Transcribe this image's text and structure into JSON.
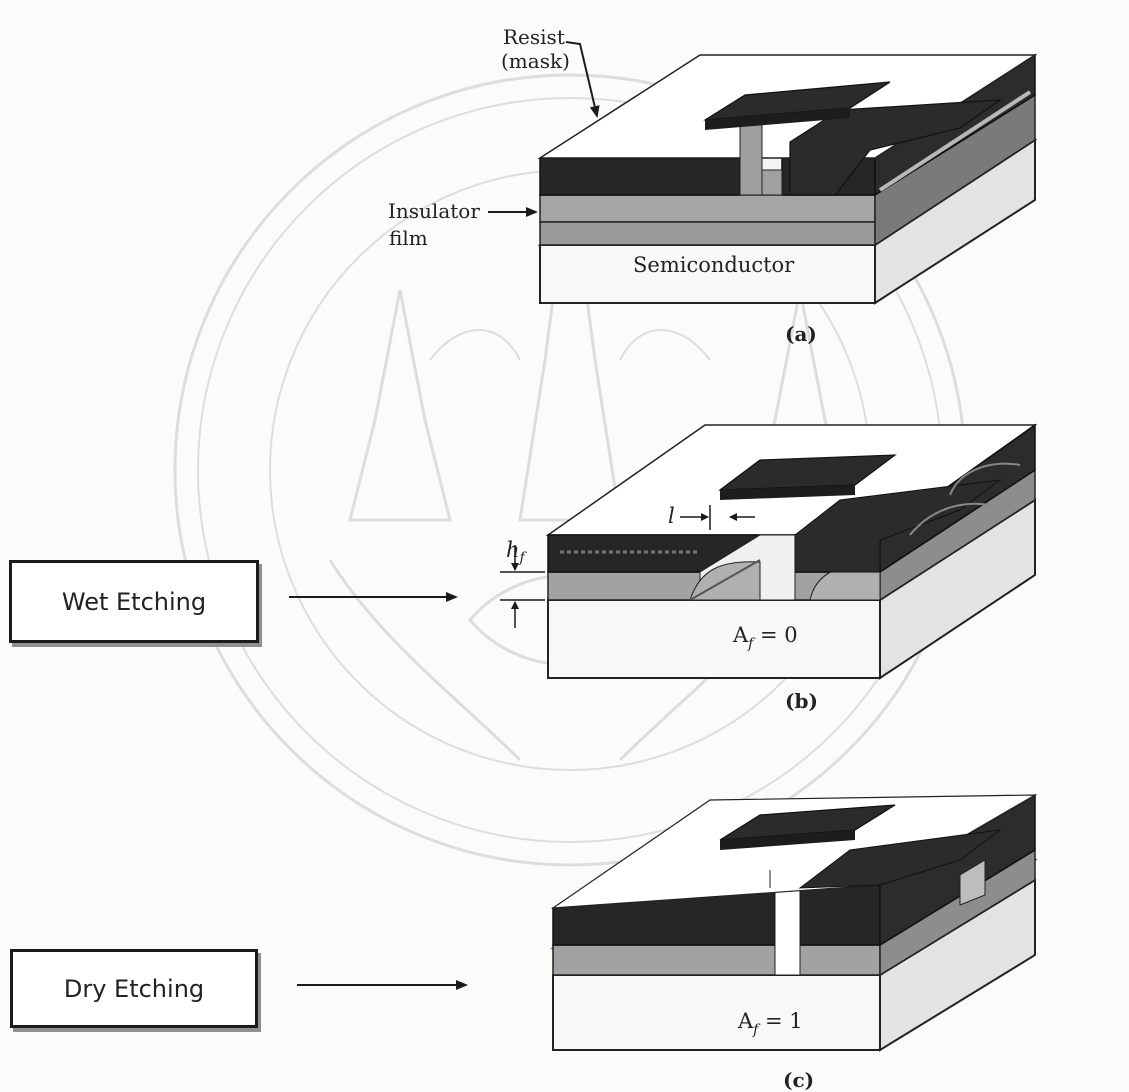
{
  "labels": {
    "resist": "Resist",
    "mask": "(mask)",
    "insulator": "Insulator",
    "film": "film",
    "semiconductor": "Semiconductor",
    "panel_a": "(a)",
    "panel_b": "(b)",
    "panel_c": "(c)",
    "hf_symbol": "h",
    "hf_sub": "f",
    "l_symbol": "l",
    "af_b": "A",
    "af_b_sub": "f",
    "af_b_val": " = 0",
    "af_c": "A",
    "af_c_sub": "f",
    "af_c_val": " = 1"
  },
  "boxes": {
    "wet_etching": "Wet Etching",
    "dry_etching": "Dry Etching"
  },
  "colors": {
    "resist": "#2b2b2b",
    "insulator": "#9c9c9c",
    "semiconductor_front": "#f7f7f5",
    "top_surface": "#ffffff",
    "side_dark": "#4a4a4a",
    "watermark": "#c8c8c8"
  }
}
